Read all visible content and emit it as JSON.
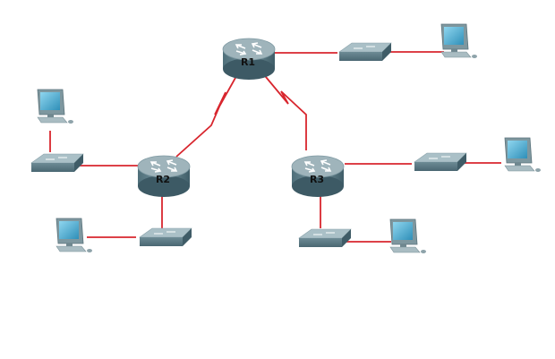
{
  "colors": {
    "link": "#d8262e",
    "router_top": "#9fb4bb",
    "router_body": "#5f7e89",
    "router_shadow": "#3d5a65",
    "switch_top": "#aac0c7",
    "switch_body": "#5f7e89",
    "pc_monitor": "#7e979f",
    "pc_screen": "#4db0d6",
    "pc_base": "#a9bcc2"
  },
  "routers": [
    {
      "id": "r1",
      "label": "R1"
    },
    {
      "id": "r2",
      "label": "R2"
    },
    {
      "id": "r3",
      "label": "R3"
    }
  ],
  "switches": [
    {
      "id": "sw1"
    },
    {
      "id": "sw2"
    },
    {
      "id": "sw3"
    },
    {
      "id": "sw4"
    },
    {
      "id": "sw5"
    },
    {
      "id": "sw6"
    }
  ],
  "pcs": [
    {
      "id": "pc1"
    },
    {
      "id": "pc2"
    },
    {
      "id": "pc3"
    },
    {
      "id": "pc4"
    },
    {
      "id": "pc5"
    },
    {
      "id": "pc6"
    }
  ],
  "links": [
    {
      "from": "r1",
      "to": "r2",
      "kind": "serial"
    },
    {
      "from": "r1",
      "to": "r3",
      "kind": "serial"
    },
    {
      "from": "r1",
      "to": "sw1",
      "kind": "ethernet"
    },
    {
      "from": "sw1",
      "to": "pc1",
      "kind": "ethernet"
    },
    {
      "from": "r2",
      "to": "sw2",
      "kind": "ethernet"
    },
    {
      "from": "sw2",
      "to": "pc2",
      "kind": "ethernet"
    },
    {
      "from": "r2",
      "to": "sw3",
      "kind": "ethernet"
    },
    {
      "from": "sw3",
      "to": "pc3",
      "kind": "ethernet"
    },
    {
      "from": "r3",
      "to": "sw4",
      "kind": "ethernet"
    },
    {
      "from": "sw4",
      "to": "pc4",
      "kind": "ethernet"
    },
    {
      "from": "r3",
      "to": "sw5",
      "kind": "ethernet"
    },
    {
      "from": "sw5",
      "to": "pc5",
      "kind": "ethernet"
    }
  ]
}
